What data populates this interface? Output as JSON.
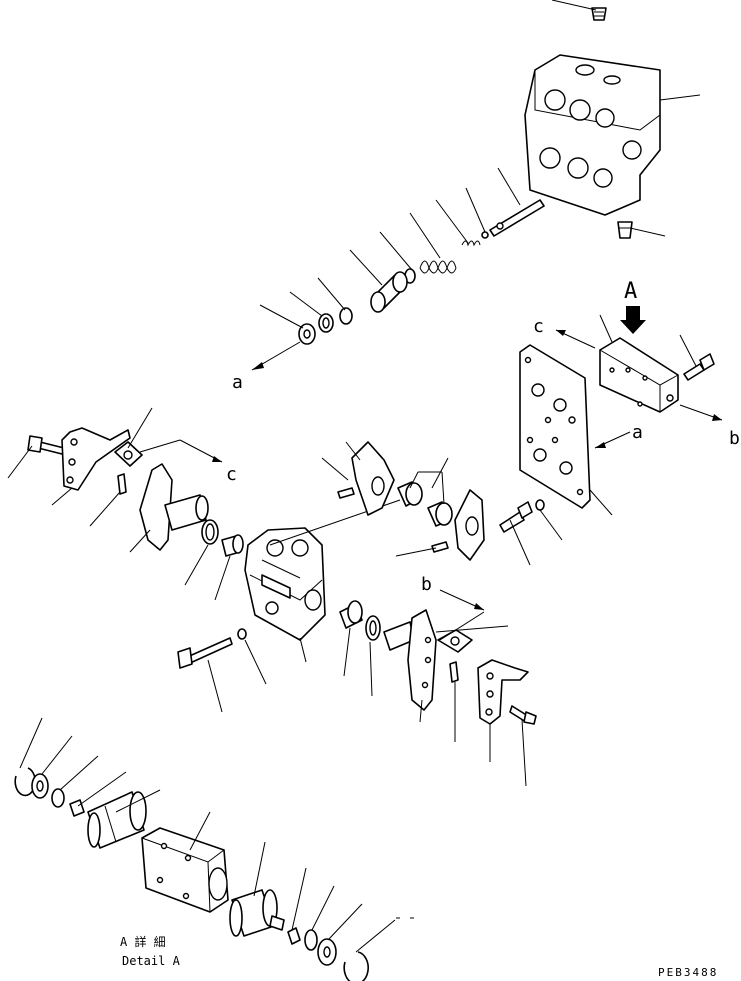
{
  "labels": {
    "view_marker": "A",
    "ref_a": "a",
    "ref_b": "b",
    "ref_c": "c",
    "detail_jp": "A 詳 細",
    "detail_en": "Detail A",
    "code": "PEB3488"
  },
  "colors": {
    "ink": "#000000",
    "paper": "#ffffff"
  }
}
